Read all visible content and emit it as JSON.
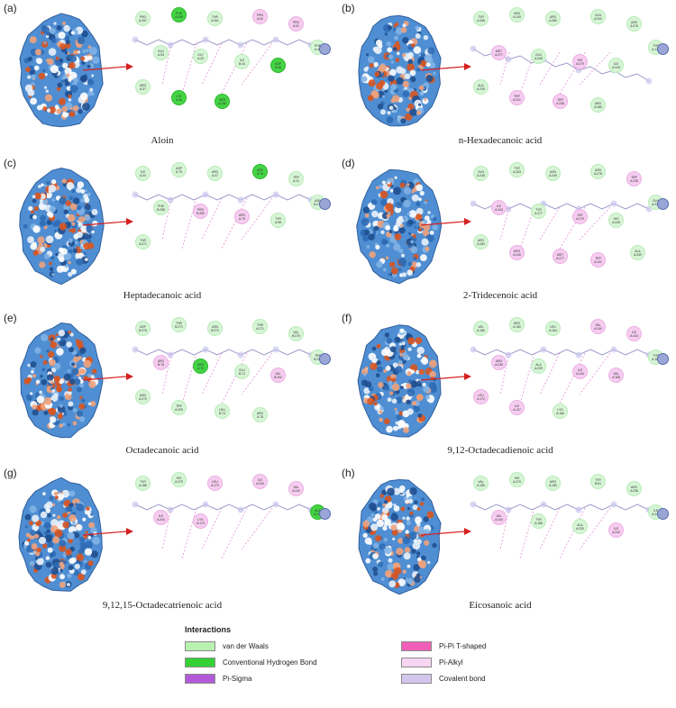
{
  "panels": [
    {
      "letter": "(a)",
      "name": "Aloin",
      "residues": [
        {
          "t": "vdw",
          "l": "PRO",
          "n": "A:257"
        },
        {
          "t": "hb",
          "l": "PHE",
          "n": "A:259"
        },
        {
          "t": "vdw",
          "l": "THR",
          "n": "A:261"
        },
        {
          "t": "alkyl",
          "l": "PRO",
          "n": "A:52"
        },
        {
          "t": "alkyl",
          "l": "PRO",
          "n": "A:51"
        },
        {
          "t": "vdw",
          "l": "PHE",
          "n": "A:49"
        },
        {
          "t": "vdw",
          "l": "GLU",
          "n": "A:53"
        },
        {
          "t": "vdw",
          "l": "GLY",
          "n": "A:33"
        },
        {
          "t": "vdw",
          "l": "ILE",
          "n": "B:34"
        },
        {
          "t": "hb",
          "l": "ASP",
          "n": "B:36"
        },
        {
          "t": "vdw",
          "l": "ARG",
          "n": "A:37"
        },
        {
          "t": "hb",
          "l": "LYS",
          "n": "A:30"
        },
        {
          "t": "hb",
          "l": "SER",
          "n": "A:155"
        }
      ]
    },
    {
      "letter": "(b)",
      "name": "n-Hexadecanoic acid",
      "residues": [
        {
          "t": "vdw",
          "l": "TYR",
          "n": "A:256"
        },
        {
          "t": "vdw",
          "l": "ASN",
          "n": "A:249"
        },
        {
          "t": "vdw",
          "l": "ARG",
          "n": "A:280"
        },
        {
          "t": "vdw",
          "l": "GLN",
          "n": "A:242"
        },
        {
          "t": "vdw",
          "l": "ASN",
          "n": "A:278"
        },
        {
          "t": "vdw",
          "l": "TYR",
          "n": "A:177"
        },
        {
          "t": "alkyl",
          "l": "MET",
          "n": "A:277"
        },
        {
          "t": "vdw",
          "l": "GLN",
          "n": "A:248"
        },
        {
          "t": "alkyl",
          "l": "HIS",
          "n": "A:279"
        },
        {
          "t": "vdw",
          "l": "ILE",
          "n": "A:243"
        },
        {
          "t": "vdw",
          "l": "ALA",
          "n": "A:239"
        },
        {
          "t": "alkyl",
          "l": "TRP",
          "n": "A:241"
        },
        {
          "t": "alkyl",
          "l": "TRP",
          "n": "A:238"
        },
        {
          "t": "vdw",
          "l": "ARG",
          "n": "A:280"
        }
      ]
    },
    {
      "letter": "(c)",
      "name": "Heptadecanoic acid",
      "residues": [
        {
          "t": "vdw",
          "l": "ILE",
          "n": "A:34"
        },
        {
          "t": "vdw",
          "l": "ASP",
          "n": "A:79"
        },
        {
          "t": "vdw",
          "l": "ARG",
          "n": "A:37"
        },
        {
          "t": "hb",
          "l": "ARG",
          "n": "A:78"
        },
        {
          "t": "vdw",
          "l": "TRP",
          "n": "A:41"
        },
        {
          "t": "vdw",
          "l": "ASN",
          "n": "B:270"
        },
        {
          "t": "vdw",
          "l": "PHE",
          "n": "B:258"
        },
        {
          "t": "alkyl",
          "l": "PRO",
          "n": "B:269"
        },
        {
          "t": "alkyl",
          "l": "ARG",
          "n": "A:75"
        },
        {
          "t": "vdw",
          "l": "TYR",
          "n": "A:98"
        },
        {
          "t": "vdw",
          "l": "THR",
          "n": "A:271"
        }
      ]
    },
    {
      "letter": "(d)",
      "name": "2-Tridecenoic acid",
      "residues": [
        {
          "t": "vdw",
          "l": "GLN",
          "n": "A:248"
        },
        {
          "t": "vdw",
          "l": "TYR",
          "n": "A:263"
        },
        {
          "t": "vdw",
          "l": "ASN",
          "n": "A:249"
        },
        {
          "t": "vdw",
          "l": "ASN",
          "n": "A:278"
        },
        {
          "t": "alkyl",
          "l": "TRP",
          "n": "A:238"
        },
        {
          "t": "vdw",
          "l": "GLN",
          "n": "A:242"
        },
        {
          "t": "alkyl",
          "l": "ILE",
          "n": "A:243"
        },
        {
          "t": "vdw",
          "l": "TYR",
          "n": "A:177"
        },
        {
          "t": "alkyl",
          "l": "HIS",
          "n": "A:279"
        },
        {
          "t": "vdw",
          "l": "HIS",
          "n": "A:245"
        },
        {
          "t": "vdw",
          "l": "ARG",
          "n": "A:280"
        },
        {
          "t": "alkyl",
          "l": "ARG",
          "n": "A:246"
        },
        {
          "t": "alkyl",
          "l": "MET",
          "n": "A:277"
        },
        {
          "t": "alkyl",
          "l": "TRP",
          "n": "A:241"
        },
        {
          "t": "vdw",
          "l": "ALA",
          "n": "A:239"
        }
      ]
    },
    {
      "letter": "(e)",
      "name": "Octadecanoic acid",
      "residues": [
        {
          "t": "vdw",
          "l": "ASP",
          "n": "B:275"
        },
        {
          "t": "vdw",
          "l": "THR",
          "n": "B:271"
        },
        {
          "t": "vdw",
          "l": "ASN",
          "n": "B:270"
        },
        {
          "t": "vdw",
          "l": "THR",
          "n": "A:271"
        },
        {
          "t": "vdw",
          "l": "VAL",
          "n": "B:276"
        },
        {
          "t": "vdw",
          "l": "TRP",
          "n": "B:209"
        },
        {
          "t": "alkyl",
          "l": "ARG",
          "n": "B:78"
        },
        {
          "t": "hb",
          "l": "ARG",
          "n": "A:75"
        },
        {
          "t": "vdw",
          "l": "GLU",
          "n": "B:71"
        },
        {
          "t": "alkyl",
          "l": "VAL",
          "n": "B:202"
        },
        {
          "t": "vdw",
          "l": "ASN",
          "n": "A:270"
        },
        {
          "t": "vdw",
          "l": "TRP",
          "n": "A:209"
        },
        {
          "t": "vdw",
          "l": "LEU",
          "n": "B:74"
        },
        {
          "t": "vdw",
          "l": "ARG",
          "n": "A:78"
        }
      ]
    },
    {
      "letter": "(f)",
      "name": "9,12-Octadecadienoic acid",
      "residues": [
        {
          "t": "vdw",
          "l": "VAL",
          "n": "A:185"
        },
        {
          "t": "vdw",
          "l": "ARG",
          "n": "A:180"
        },
        {
          "t": "vdw",
          "l": "LEU",
          "n": "A:164"
        },
        {
          "t": "alkyl",
          "l": "VAL",
          "n": "A:240"
        },
        {
          "t": "alkyl",
          "l": "ILE",
          "n": "A:143"
        },
        {
          "t": "vdw",
          "l": "TYR",
          "n": "A:186"
        },
        {
          "t": "alkyl",
          "l": "ARG",
          "n": "A:236"
        },
        {
          "t": "vdw",
          "l": "ALA",
          "n": "A:239"
        },
        {
          "t": "alkyl",
          "l": "ILE",
          "n": "A:244"
        },
        {
          "t": "alkyl",
          "l": "VAL",
          "n": "A:168"
        },
        {
          "t": "alkyl",
          "l": "LEU",
          "n": "A:172"
        },
        {
          "t": "alkyl",
          "l": "ILE",
          "n": "A:137"
        },
        {
          "t": "vdw",
          "l": "LYS",
          "n": "A:166"
        }
      ]
    },
    {
      "letter": "(g)",
      "name": "9,12,15-Octadecatrienoic acid",
      "residues": [
        {
          "t": "vdw",
          "l": "TYR",
          "n": "A:186"
        },
        {
          "t": "vdw",
          "l": "HIS",
          "n": "A:279"
        },
        {
          "t": "alkyl",
          "l": "LEU",
          "n": "A:172"
        },
        {
          "t": "alkyl",
          "l": "ILE",
          "n": "A:243"
        },
        {
          "t": "alkyl",
          "l": "VAL",
          "n": "A:240"
        },
        {
          "t": "hb",
          "l": "ALA",
          "n": "A:239"
        },
        {
          "t": "alkyl",
          "l": "ILE",
          "n": "A:244"
        },
        {
          "t": "alkyl",
          "l": "LYS",
          "n": "A:173"
        }
      ]
    },
    {
      "letter": "(h)",
      "name": "Eicosanoic acid",
      "residues": [
        {
          "t": "vdw",
          "l": "VAL",
          "n": "A:185"
        },
        {
          "t": "vdw",
          "l": "HIS",
          "n": "A:279"
        },
        {
          "t": "vdw",
          "l": "ARG",
          "n": "A:180"
        },
        {
          "t": "vdw",
          "l": "TYR",
          "n": "B:51"
        },
        {
          "t": "vdw",
          "l": "ARG",
          "n": "A:236"
        },
        {
          "t": "vdw",
          "l": "ILE",
          "n": "A:244"
        },
        {
          "t": "alkyl",
          "l": "VAL",
          "n": "A:240"
        },
        {
          "t": "vdw",
          "l": "TYR",
          "n": "A:186"
        },
        {
          "t": "vdw",
          "l": "ALA",
          "n": "A:239"
        },
        {
          "t": "alkyl",
          "l": "ILE",
          "n": "A:243"
        }
      ]
    }
  ],
  "legend": {
    "title": "Interactions",
    "items": [
      {
        "label": "van der Waals",
        "color": "#b9f2b0"
      },
      {
        "label": "Conventional Hydrogen Bond",
        "color": "#36d136"
      },
      {
        "label": "Pi-Sigma",
        "color": "#b25ad8"
      },
      {
        "label": "Pi-Pi T-shaped",
        "color": "#f25fb8"
      },
      {
        "label": "Pi-Alkyl",
        "color": "#f8d6f2"
      },
      {
        "label": "Covalent bond",
        "color": "#d3c6ee"
      }
    ]
  }
}
